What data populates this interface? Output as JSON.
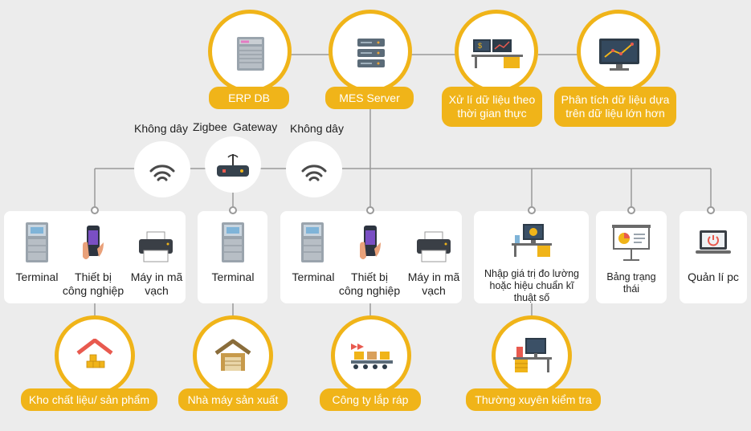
{
  "colors": {
    "accent": "#f0b419",
    "line": "#9a9a9a",
    "card": "#ffffff",
    "background": "#ececec"
  },
  "top": {
    "erp": {
      "label": "ERP DB",
      "icon": "server-cabinet-icon"
    },
    "mes": {
      "label": "MES Server",
      "icon": "server-rack-icon"
    },
    "realtime": {
      "label": "Xử lí dữ liệu theo thời gian thực",
      "icon": "workstation-desk-icon"
    },
    "bigdata": {
      "label": "Phân tích dữ liệu dựa trên dữ liệu lớn hơn",
      "icon": "analytics-monitor-icon"
    }
  },
  "network": {
    "wireless_left": "Không dây",
    "gateway": "Zigbee",
    "gateway_word": "Gateway",
    "wireless_right": "Không dây"
  },
  "cards": {
    "group1": {
      "terminal": "Terminal",
      "device": "Thiết bị công nghiệp",
      "printer": "Máy in mã vạch"
    },
    "group2": {
      "terminal": "Terminal"
    },
    "group3": {
      "terminal": "Terminal",
      "device": "Thiết bị công nghiệp",
      "printer": "Máy in mã vạch"
    },
    "group4": {
      "measure": "Nhập giá trị đo lường hoặc hiệu chuẩn kĩ thuật số"
    },
    "group5": {
      "status": "Bảng trạng thái"
    },
    "group6": {
      "pc": "Quản lí pc"
    }
  },
  "bottom": {
    "warehouse": {
      "label": "Kho chất liệu/ sản phẩm",
      "icon": "warehouse-icon"
    },
    "factory": {
      "label": "Nhà máy sản xuất",
      "icon": "factory-garage-icon"
    },
    "assembly": {
      "label": "Công ty lắp ráp",
      "icon": "conveyor-icon"
    },
    "inspection": {
      "label": "Thường xuyên kiểm tra",
      "icon": "inspection-desk-icon"
    }
  }
}
